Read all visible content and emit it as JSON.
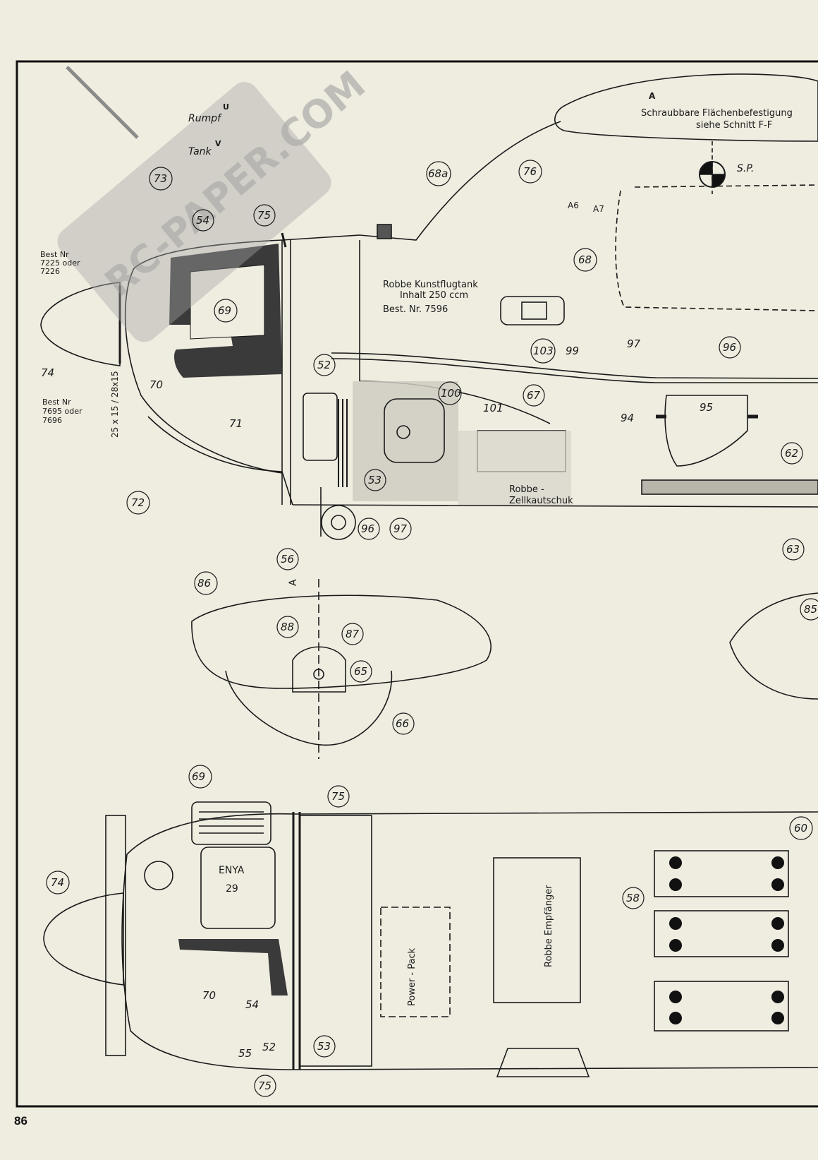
{
  "page": {
    "number": "86"
  },
  "colors": {
    "paper": "#efece0",
    "ink": "#1a1a1a",
    "shade": "#cfccc2",
    "watermark": "#9a9a9a"
  },
  "watermark": {
    "text": "RC-PAPER.COM"
  },
  "side_view": {
    "wing_mount_marker": "A",
    "wing_mount_line1": "Schraubbare Flächenbefestigung",
    "wing_mount_line2": "siehe Schnitt F-F",
    "cg_label": "S.P.",
    "tank_line1": "Robbe Kunstflugtank",
    "tank_line2": "Inhalt 250 ccm",
    "tank_line3": "Best. Nr. 7596",
    "rubber_line1": "Robbe -",
    "rubber_line2": "Zellkautschuk",
    "spinner_ref1": "Best Nr",
    "spinner_ref2": "7225 oder",
    "spinner_ref3": "7226",
    "prop_ref1": "Best Nr",
    "prop_ref2": "7695 oder",
    "prop_ref3": "7696",
    "prop_size": "25 x 15 / 28x15",
    "rumpf_label": "Rumpf",
    "tank_label": "Tank",
    "u_label": "U",
    "v_label": "V",
    "a6": "A6",
    "a7": "A7",
    "section_marker": "A"
  },
  "top_view": {
    "engine_brand": "ENYA",
    "engine_size": "29",
    "battery_label": "Power - Pack",
    "receiver_label": "Robbe Empfänger"
  },
  "callouts": {
    "c73": "73",
    "c54": "54",
    "c75": "75",
    "c68a": "68a",
    "c76": "76",
    "c68": "68",
    "c69": "69",
    "c52": "52",
    "c74": "74",
    "c70": "70",
    "c71": "71",
    "c72": "72",
    "c103": "103",
    "c99": "99",
    "c97": "97",
    "c96": "96",
    "c100": "100",
    "c101": "101",
    "c67": "67",
    "c95": "95",
    "c94": "94",
    "c62": "62",
    "c53": "53",
    "c63": "63",
    "c56": "56",
    "c86": "86",
    "c88": "88",
    "c87": "87",
    "c65": "65",
    "c66": "66",
    "c85": "85",
    "t69": "69",
    "t75a": "75",
    "t74": "74",
    "t70": "70",
    "t54": "54",
    "t55": "55",
    "t52": "52",
    "t53": "53",
    "t75b": "75",
    "t60": "60",
    "t58": "58",
    "s96": "96",
    "s97": "97"
  }
}
